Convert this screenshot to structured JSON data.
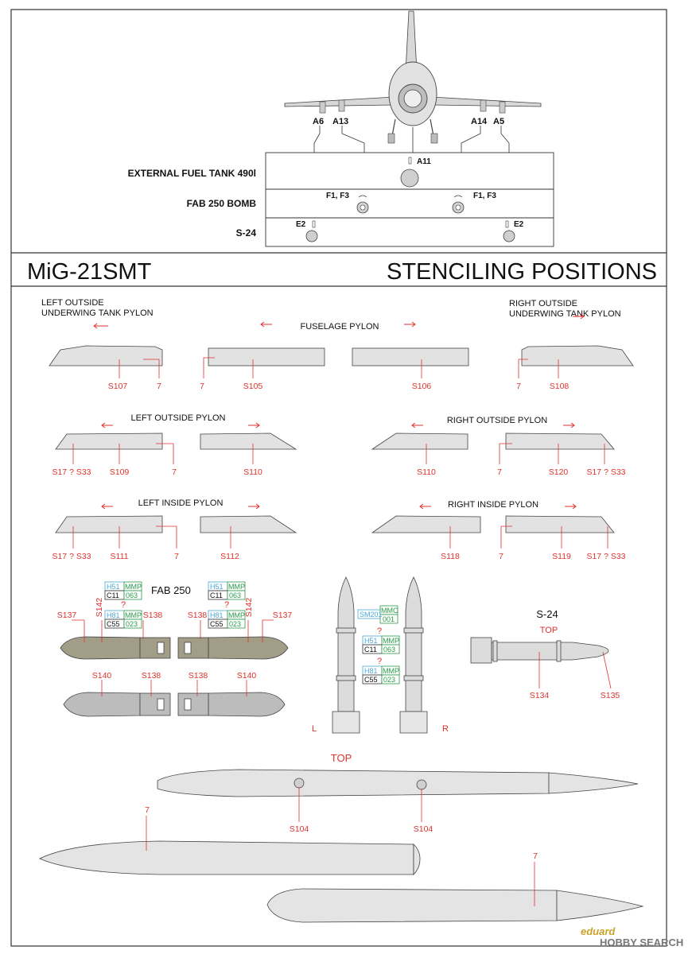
{
  "header": {
    "model": "MiG-21SMT",
    "title": "STENCILING POSITIONS"
  },
  "front_view": {
    "callouts": [
      "A6",
      "A13",
      "A14",
      "A5"
    ],
    "rows": [
      {
        "label": "EXTERNAL FUEL TANK 490l",
        "codes": [
          "A11"
        ]
      },
      {
        "label": "FAB 250 BOMB",
        "codes": [
          "F1, F3",
          "F1, F3"
        ]
      },
      {
        "label": "S-24",
        "codes": [
          "E2",
          "E2"
        ]
      }
    ]
  },
  "pylons": {
    "tank_left_title_1": "LEFT OUTSIDE",
    "tank_left_title_2": "UNDERWING TANK PYLON",
    "fuselage_title": "FUSELAGE PYLON",
    "tank_right_title_1": "RIGHT OUTSIDE",
    "tank_right_title_2": "UNDERWING TANK PYLON",
    "left_outside_title": "LEFT OUTSIDE PYLON",
    "right_outside_title": "RIGHT OUTSIDE PYLON",
    "left_inside_title": "LEFT INSIDE PYLON",
    "right_inside_title": "RIGHT INSIDE PYLON",
    "row1": [
      "S107",
      "7",
      "7",
      "S105",
      "S106",
      "7",
      "S108"
    ],
    "row2": [
      "S17 ? S33",
      "S109",
      "7",
      "S110",
      "S110",
      "7",
      "S120",
      "S17 ? S33"
    ],
    "row3": [
      "S17 ? S33",
      "S111",
      "7",
      "S112",
      "S118",
      "7",
      "S119",
      "S17 ? S33"
    ]
  },
  "fab250": {
    "title": "FAB 250",
    "q": "?",
    "box_top": [
      "H51",
      "MMP",
      "C11",
      "063"
    ],
    "box_bottom": [
      "H81",
      "MMP",
      "C55",
      "023"
    ],
    "labels_top": [
      "S137",
      "S142",
      "S138",
      "S138",
      "S142",
      "S137"
    ],
    "labels_bottom": [
      "S140",
      "S138",
      "S138",
      "S140"
    ]
  },
  "missiles": {
    "box_mmc": [
      "SM201",
      "MMC",
      "001"
    ],
    "box_a": [
      "H51",
      "MMP",
      "C11",
      "063"
    ],
    "box_b": [
      "H81",
      "MMP",
      "C55",
      "023"
    ],
    "q": "?",
    "left": "L",
    "right": "R"
  },
  "s24": {
    "title": "S-24",
    "top": "TOP",
    "labels": [
      "S134",
      "S135"
    ]
  },
  "tank": {
    "top": "TOP",
    "labels": [
      "S104",
      "S104",
      "7",
      "7"
    ]
  },
  "footer": {
    "brand": "eduard",
    "watermark": "HOBBY SEARCH"
  },
  "colors": {
    "red": "#e0322e",
    "cyan": "#4aa8d8",
    "green": "#2a9a4a",
    "khaki": "#a29d86",
    "grey": "#bcbcbc",
    "light": "#e4e4e4"
  }
}
